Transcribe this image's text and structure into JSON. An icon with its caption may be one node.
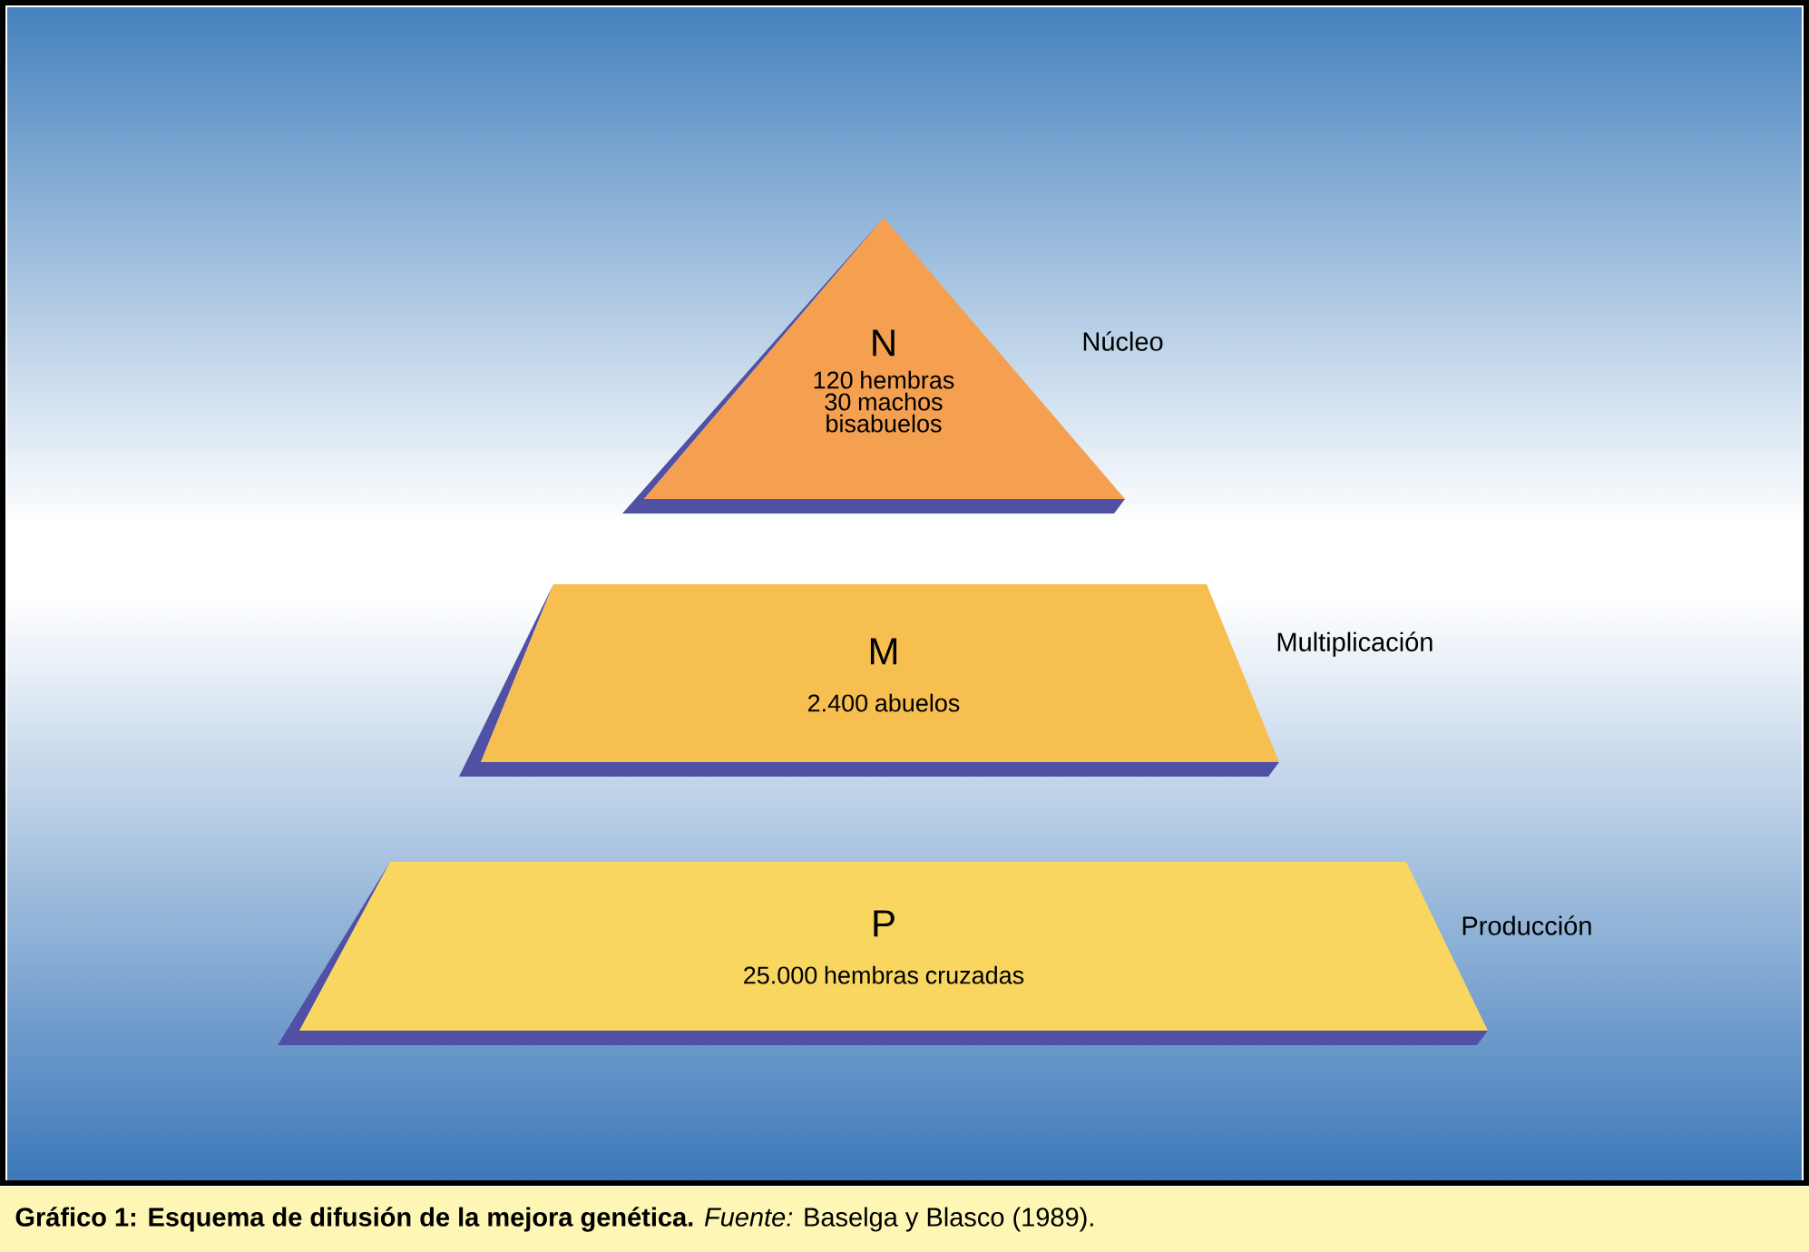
{
  "diagram": {
    "caption": "**Gráfico 1: Esquema de difusión de la mejora genética.** *Fuente:* Baselga y Blasco (1989).",
    "nodes": [
      {
        "text": [
          "N",
          "120 hembras 30 machos bisabuelos"
        ],
        "beside": [
          "Núcleo"
        ]
      },
      {
        "text": [
          "M",
          "2.400 abuelos"
        ],
        "beside": [
          "Multiplicación"
        ]
      },
      {
        "text": [
          "P",
          "25.000 hembras cruzadas"
        ],
        "beside": [
          "Producción"
        ]
      }
    ]
  }
}
